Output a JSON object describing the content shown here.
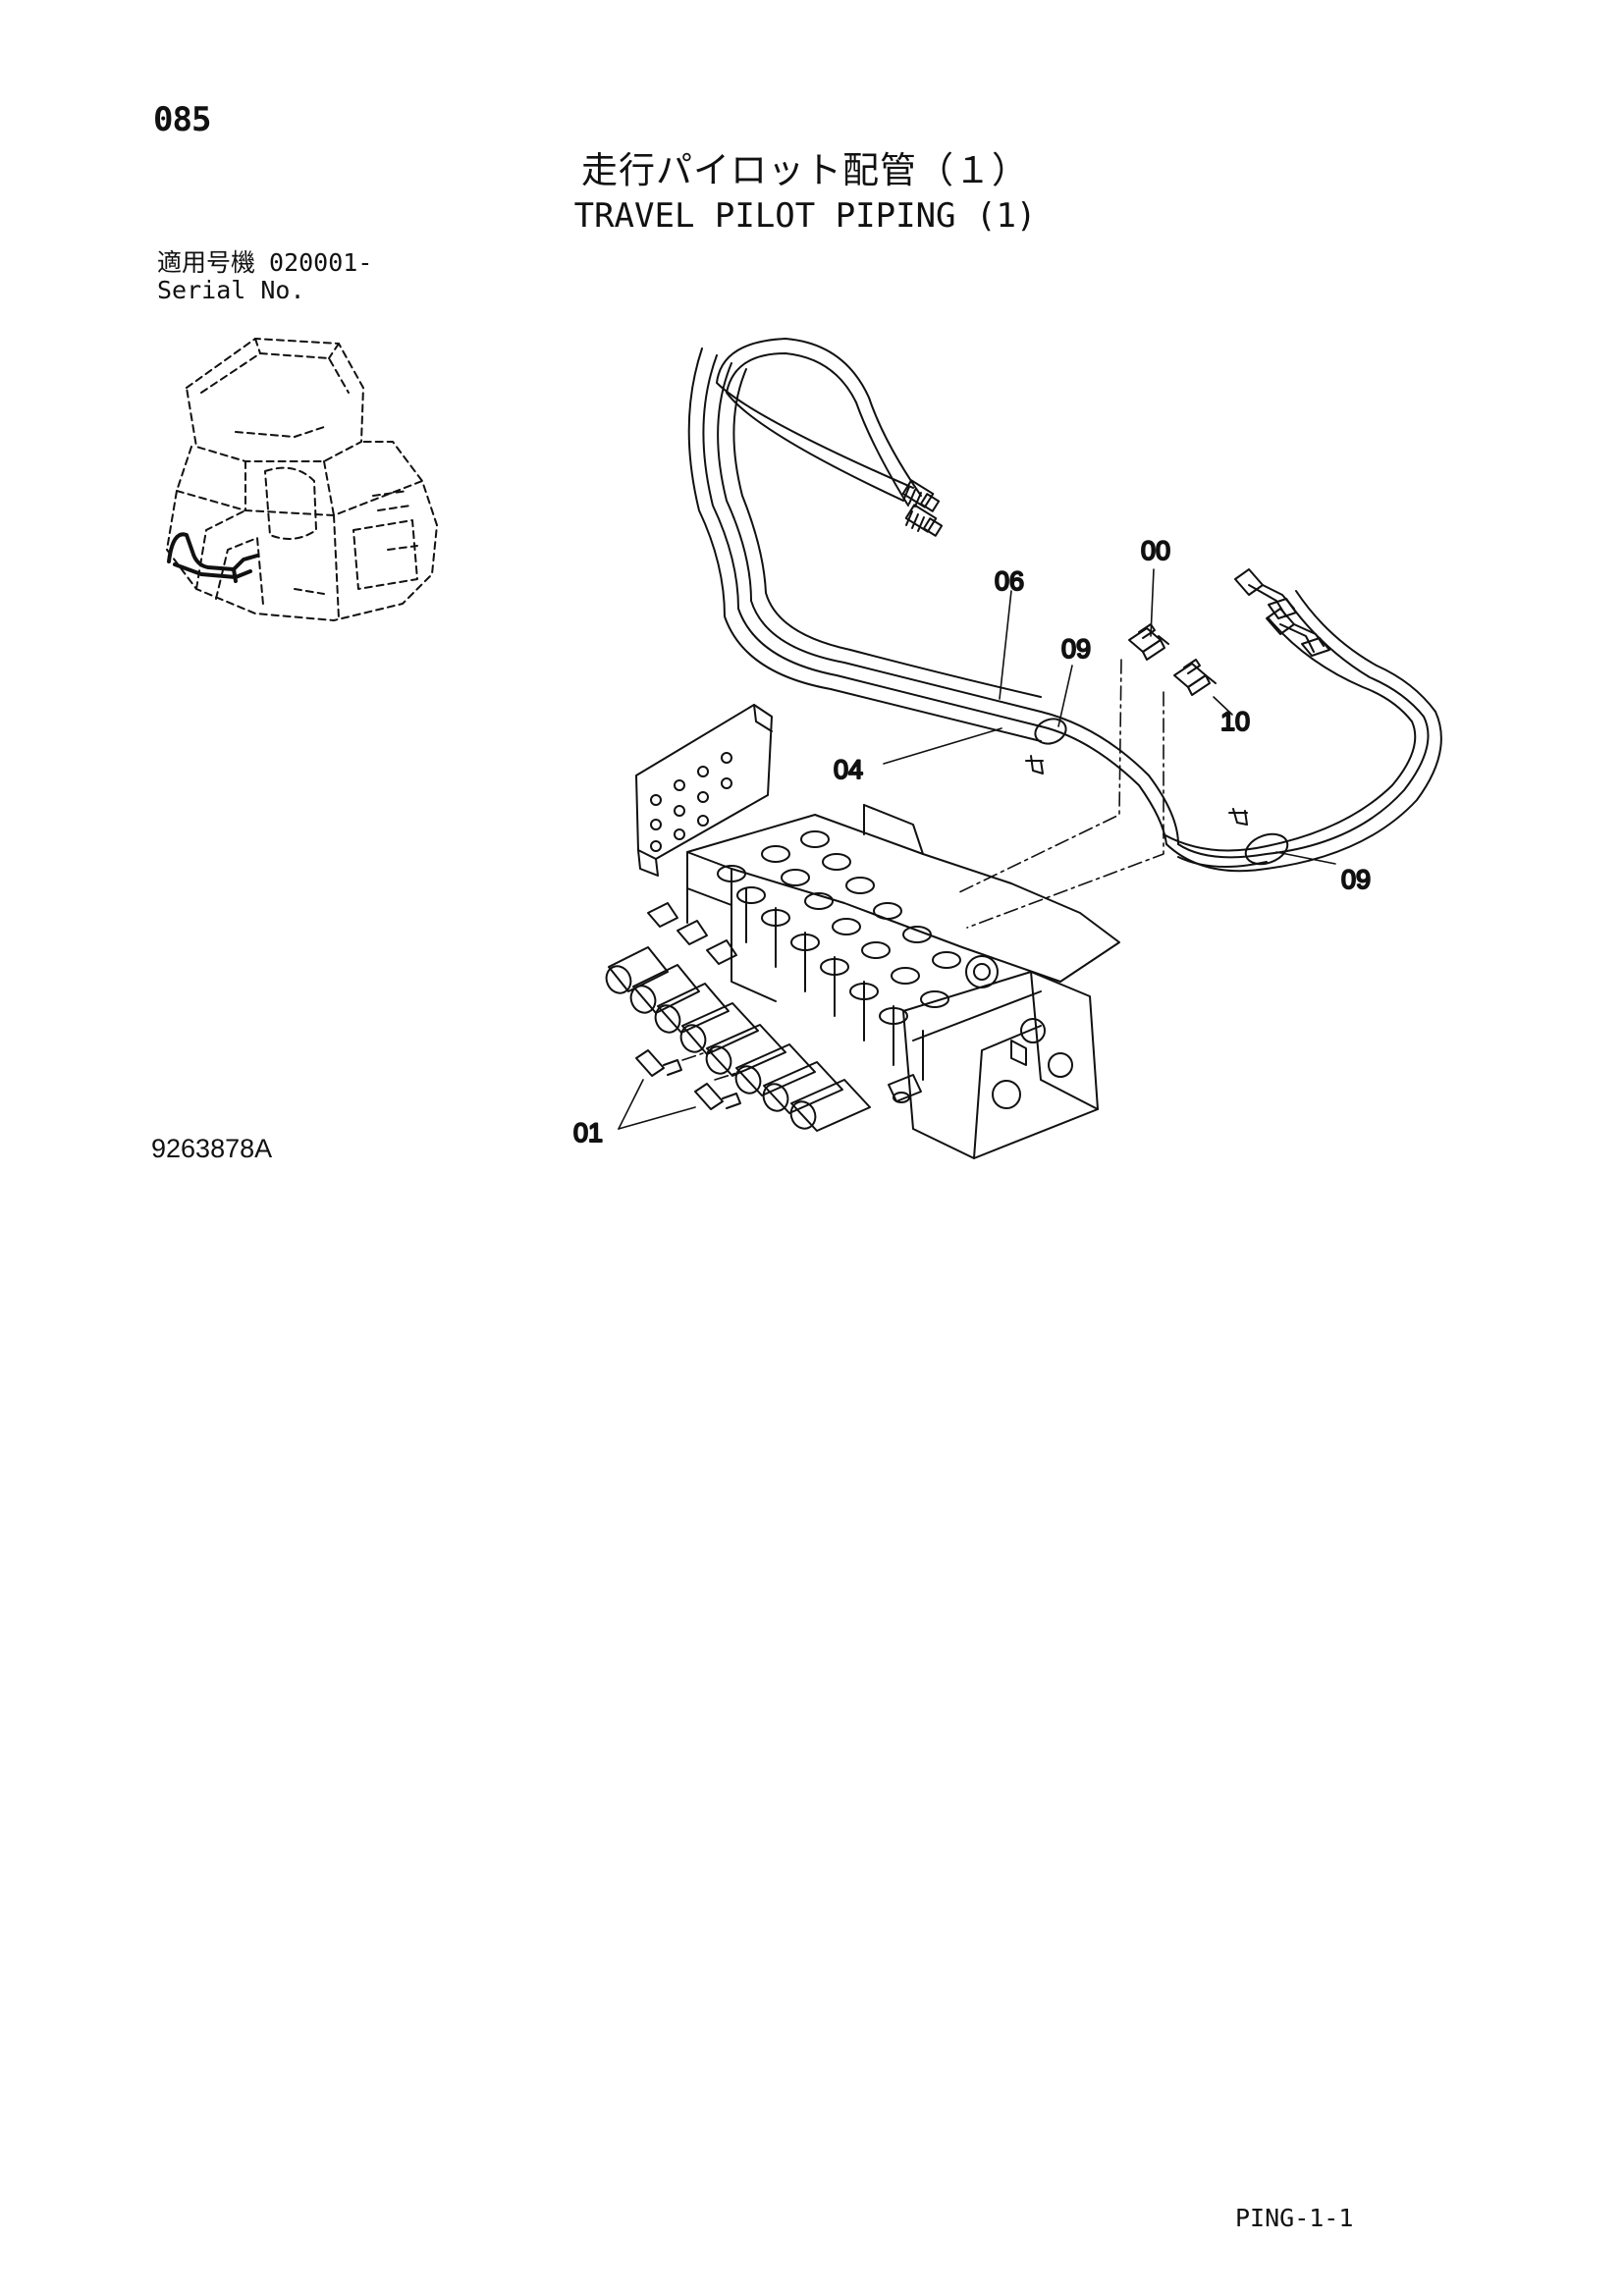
{
  "page": {
    "number": "085",
    "title_ja": "走行パイロット配管（１）",
    "title_en": "TRAVEL PILOT PIPING (1)",
    "serial_label_ja": "適用号機",
    "serial_range": "020001-",
    "serial_label_en": "Serial No.",
    "drawing_number": "9263878A",
    "sheet_code": "PING-1-1"
  },
  "callouts": [
    {
      "id": "callout-00",
      "label": "00"
    },
    {
      "id": "callout-06",
      "label": "06"
    },
    {
      "id": "callout-09-upper",
      "label": "09"
    },
    {
      "id": "callout-10",
      "label": "10"
    },
    {
      "id": "callout-04",
      "label": "04"
    },
    {
      "id": "callout-09-lower",
      "label": "09"
    },
    {
      "id": "callout-01",
      "label": "01"
    }
  ],
  "colors": {
    "ink": "#111111",
    "paper": "#ffffff"
  }
}
